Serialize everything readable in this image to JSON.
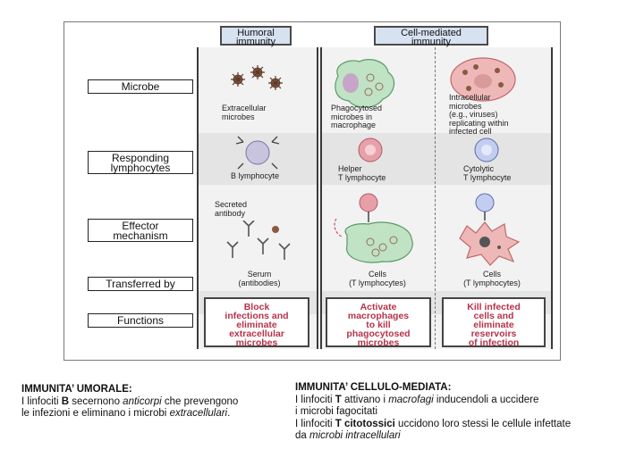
{
  "figure": {
    "headers": {
      "humoral": "Humoral\nimmunity",
      "cell_mediated": "Cell-mediated\nimmunity"
    },
    "row_labels": {
      "microbe": "Microbe",
      "responding": "Responding\nlymphocytes",
      "effector": "Effector\nmechanism",
      "transferred": "Transferred by",
      "functions": "Functions"
    },
    "microbe": {
      "humoral": "Extracellular\nmicrobes",
      "cell_phago": "Phagocytosed\nmicrobes in\nmacrophage",
      "cell_intra": "Intracellular\nmicrobes\n(e.g., viruses)\nreplicating within\ninfected cell"
    },
    "lymphocytes": {
      "humoral": "B lymphocyte",
      "cell_helper": "Helper\nT lymphocyte",
      "cell_cytolytic": "Cytolytic\nT lymphocyte"
    },
    "effector": {
      "humoral": "Secreted\nantibody"
    },
    "transferred": {
      "humoral": "Serum\n(antibodies)",
      "cell_helper": "Cells\n(T lymphocytes)",
      "cell_cytolytic": "Cells\n(T lymphocytes)"
    },
    "functions": {
      "humoral": "Block\ninfections and\neliminate\nextracellular\nmicrobes",
      "cell_helper": "Activate\nmacrophages\nto kill\nphagocytosed\nmicrobes",
      "cell_cytolytic": "Kill infected\ncells and\neliminate\nreservoirs\nof infection"
    }
  },
  "notes": {
    "humoral": {
      "title": "IMMUNITA’ UMORALE:",
      "line1_a": "I linfociti ",
      "line1_b": "B",
      "line1_c": " secernono ",
      "line1_d": "anticorpi",
      "line1_e": " che prevengono",
      "line2_a": "le infezioni e eliminano i microbi ",
      "line2_b": "extracellulari",
      "line2_c": "."
    },
    "cell": {
      "title": "IMMUNITA’ CELLULO-MEDIATA:",
      "line1_a": "I linfociti ",
      "line1_b": "T",
      "line1_c": " attivano i ",
      "line1_d": "macrofagi",
      "line1_e": " inducendoli a uccidere",
      "line2": "i microbi fagocitati",
      "line3_a": "I linfociti ",
      "line3_b": "T citotossici",
      "line3_c": " uccidono loro stessi le cellule infettate",
      "line4_a": "da ",
      "line4_b": "microbi intracellulari"
    }
  },
  "colors": {
    "header_fill": "#d7e2f1",
    "function_text": "#b7324a",
    "macrophage": "#bfe3c4",
    "helper_t": "#e8a0a8",
    "b_cell": "#c9c4de",
    "cytolytic_t": "#c3cdf0",
    "infected_cell": "#efb8b8"
  },
  "icons": [
    "microbe-icon",
    "b-lymphocyte-icon",
    "helper-t-icon",
    "cytolytic-t-icon",
    "macrophage-icon",
    "antibody-icon",
    "infected-cell-icon"
  ]
}
